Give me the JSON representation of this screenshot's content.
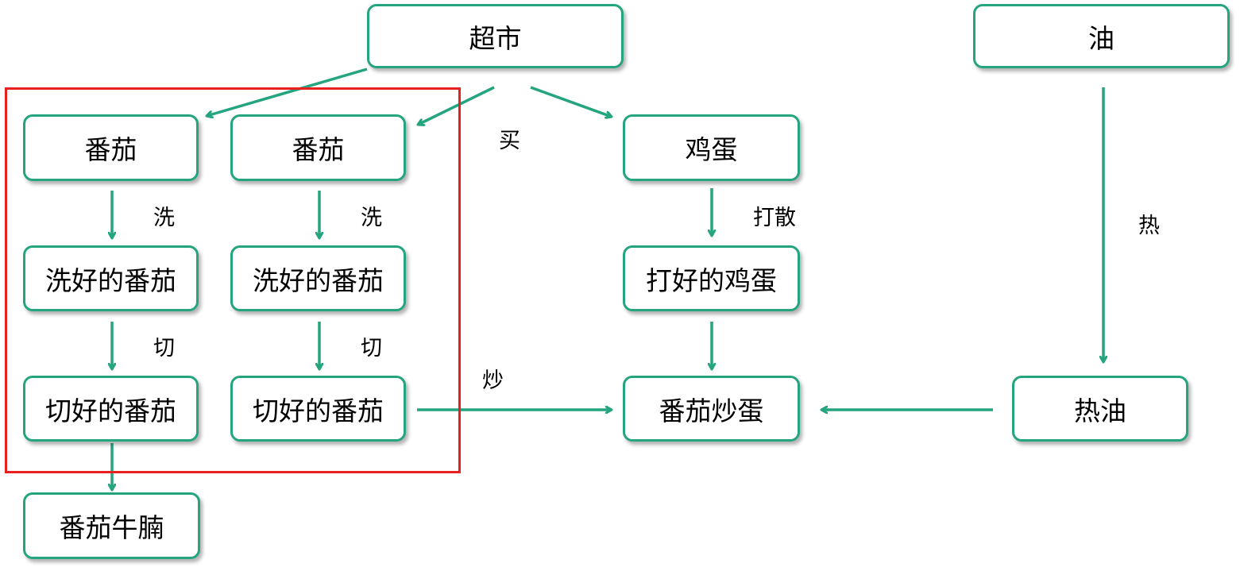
{
  "nodes": {
    "supermarket": "超市",
    "oil": "油",
    "tomato_1": "番茄",
    "tomato_2": "番茄",
    "egg": "鸡蛋",
    "washed_tomato_1": "洗好的番茄",
    "washed_tomato_2": "洗好的番茄",
    "beaten_egg": "打好的鸡蛋",
    "cut_tomato_1": "切好的番茄",
    "cut_tomato_2": "切好的番茄",
    "tomato_egg": "番茄炒蛋",
    "hot_oil": "热油",
    "tomato_beef": "番茄牛腩"
  },
  "edge_labels": {
    "buy": "买",
    "wash_1": "洗",
    "wash_2": "洗",
    "cut_1": "切",
    "cut_2": "切",
    "beat": "打散",
    "heat": "热",
    "stir_fry": "炒"
  },
  "colors": {
    "node_border": "#24a47f",
    "arrow": "#24a47f",
    "highlight_box": "#e8201f"
  }
}
